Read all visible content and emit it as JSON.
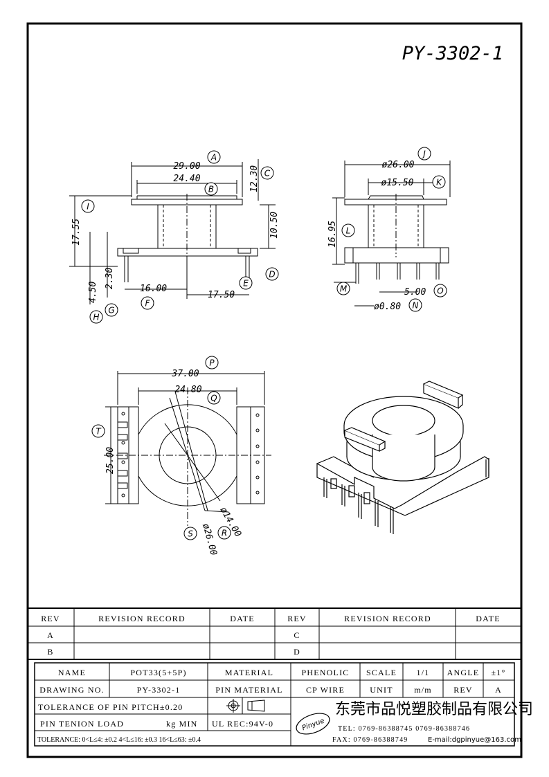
{
  "drawing_title": "PY-3302-1",
  "views": {
    "front": {
      "dims": {
        "A": "29.00",
        "B": "24.40",
        "C": "12.30",
        "D": "10.50",
        "E": "17.50",
        "F": "16.00",
        "G": "2.30",
        "H": "4.50",
        "I": "17.55"
      }
    },
    "side": {
      "dims": {
        "J": "ø26.00",
        "K": "ø15.50",
        "L": "16.95",
        "O": "5.00",
        "N": "ø0.80"
      }
    },
    "top": {
      "dims": {
        "P": "37.00",
        "Q": "24.80",
        "T": "25.00",
        "R": "ø14.00",
        "S": "ø26.00"
      }
    },
    "labels": [
      "A",
      "B",
      "C",
      "D",
      "E",
      "F",
      "G",
      "H",
      "I",
      "J",
      "K",
      "L",
      "M",
      "N",
      "O",
      "P",
      "Q",
      "R",
      "S",
      "T"
    ]
  },
  "revision_table": {
    "headers": [
      "REV",
      "REVISION RECORD",
      "DATE",
      "REV",
      "REVISION RECORD",
      "DATE"
    ],
    "rows": [
      [
        "A",
        "",
        "",
        "C",
        "",
        ""
      ],
      [
        "B",
        "",
        "",
        "D",
        "",
        ""
      ]
    ]
  },
  "title_block": {
    "name_label": "NAME",
    "name_value": "POT33(5+5P)",
    "material_label": "MATERIAL",
    "material_value": "PHENOLIC",
    "scale_label": "SCALE",
    "scale_value": "1/1",
    "angle_label": "ANGLE",
    "angle_value": "±1°",
    "drawing_no_label": "DRAWING NO.",
    "drawing_no_value": "PY-3302-1",
    "pin_material_label": "PIN MATERIAL",
    "pin_material_value": "CP WIRE",
    "unit_label": "UNIT",
    "unit_value": "m/m",
    "rev_label": "REV",
    "rev_value": "A",
    "tolerance_pitch": "TOLERANCE OF PIN PITCH±0.20",
    "pin_tension_label": "PIN TENION LOAD",
    "pin_tension_value": "kg MIN",
    "ul_rec": "UL REC:94V-0",
    "tolerance_ranges": "TOLERANCE: 0<L≤4: ±0.2  4<L≤16: ±0.3  16<L≤63: ±0.4",
    "logo_text": "Pinyue",
    "company_name": "东莞市品悦塑胶制品有限公司",
    "tel": "TEL: 0769-86388745    0769-86388746",
    "fax": "FAX: 0769-86388749",
    "email": "E-mail:dgpinyue@163.com"
  }
}
